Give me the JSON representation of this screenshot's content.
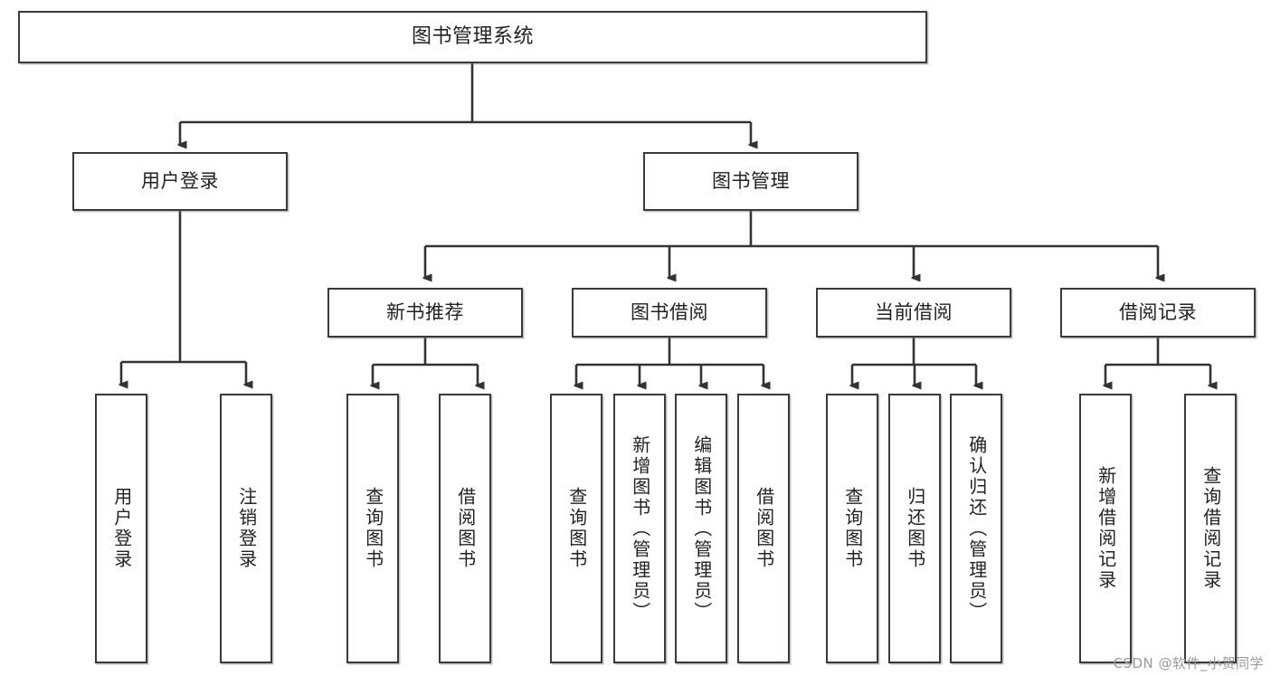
{
  "diagram": {
    "title": "图书管理系统",
    "watermark": "CSDN @软件_小贺同学",
    "stroke_color": "#3a3a3a",
    "text_color": "#222222",
    "background": "#ffffff",
    "root": {
      "label": "图书管理系统"
    },
    "level2": [
      {
        "label": "用户登录"
      },
      {
        "label": "图书管理"
      }
    ],
    "level3": [
      {
        "label": "新书推荐"
      },
      {
        "label": "图书借阅"
      },
      {
        "label": "当前借阅"
      },
      {
        "label": "借阅记录"
      }
    ],
    "leaves": {
      "user_login": [
        {
          "label": "用户登录"
        },
        {
          "label": "注销登录"
        }
      ],
      "new_book": [
        {
          "label": "查询图书"
        },
        {
          "label": "借阅图书"
        }
      ],
      "book_borrow": [
        {
          "label": "查询图书"
        },
        {
          "label": "新增图书（管理员）"
        },
        {
          "label": "编辑图书（管理员）"
        },
        {
          "label": "借阅图书"
        }
      ],
      "current_borrow": [
        {
          "label": "查询图书"
        },
        {
          "label": "归还图书"
        },
        {
          "label": "确认归还（管理员）"
        }
      ],
      "borrow_record": [
        {
          "label": "新增借阅记录"
        },
        {
          "label": "查询借阅记录"
        }
      ]
    }
  }
}
